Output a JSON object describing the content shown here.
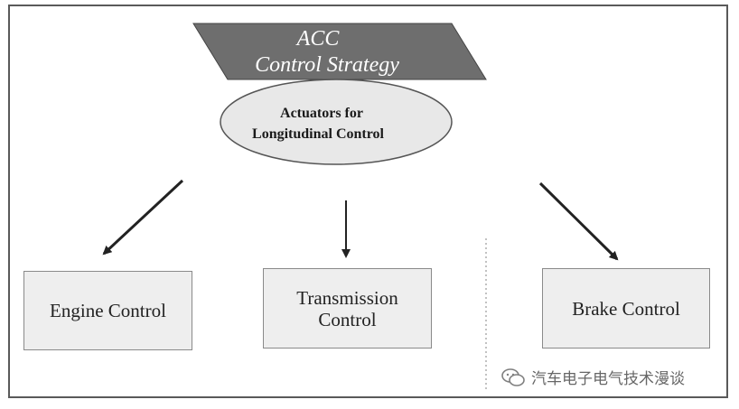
{
  "header": {
    "title_line1": "ACC",
    "title_line2": "Control Strategy"
  },
  "center": {
    "line1": "Actuators for",
    "line2": "Longitudinal Control"
  },
  "boxes": {
    "engine": "Engine Control",
    "transmission": "Transmission\nControl",
    "brake": "Brake Control"
  },
  "watermark": {
    "text": "汽车电子电气技术漫谈"
  },
  "colors": {
    "banner": "#6e6e6e",
    "ellipse_fill": "#e8e8e8",
    "box_fill": "#eeeeee",
    "arrow": "#222222"
  }
}
